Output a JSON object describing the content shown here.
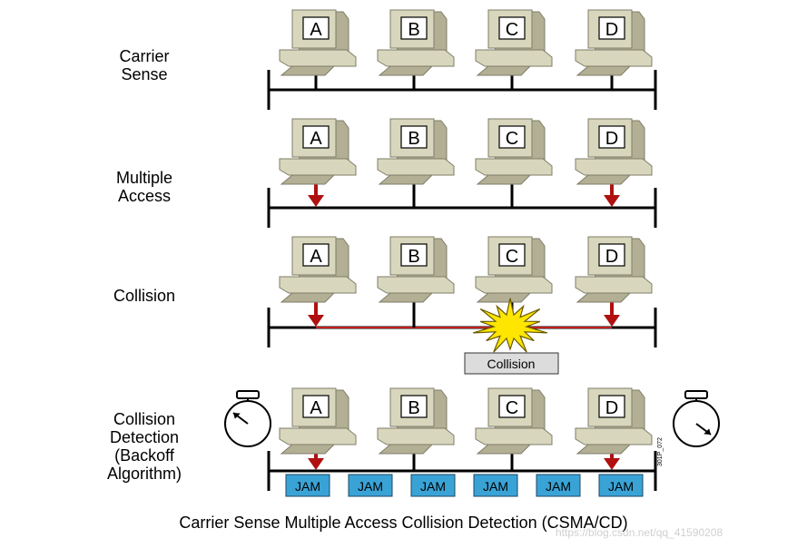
{
  "rows": [
    {
      "label": "Carrier\nSense"
    },
    {
      "label": "Multiple\nAccess"
    },
    {
      "label": "Collision"
    },
    {
      "label": "Collision\nDetection\n(Backoff\nAlgorithm)"
    }
  ],
  "stations": [
    "A",
    "B",
    "C",
    "D"
  ],
  "collision_label": "Collision",
  "jam_label": "JAM",
  "caption": "Carrier Sense Multiple Access Collision Detection (CSMA/CD)",
  "figure_code": "301P_072",
  "watermark": "https://blog.csdn.net/qq_41590208",
  "colors": {
    "bus": "#000000",
    "arrow": "#b01010",
    "collision_line": "#c02020",
    "burst_fill": "#ffe600",
    "burst_stroke": "#6a5a00",
    "jam_fill": "#3aa3d6",
    "label_box_fill": "#dcdcdc",
    "computer_body": "#d8d6bc",
    "computer_shadow": "#b2af94"
  }
}
